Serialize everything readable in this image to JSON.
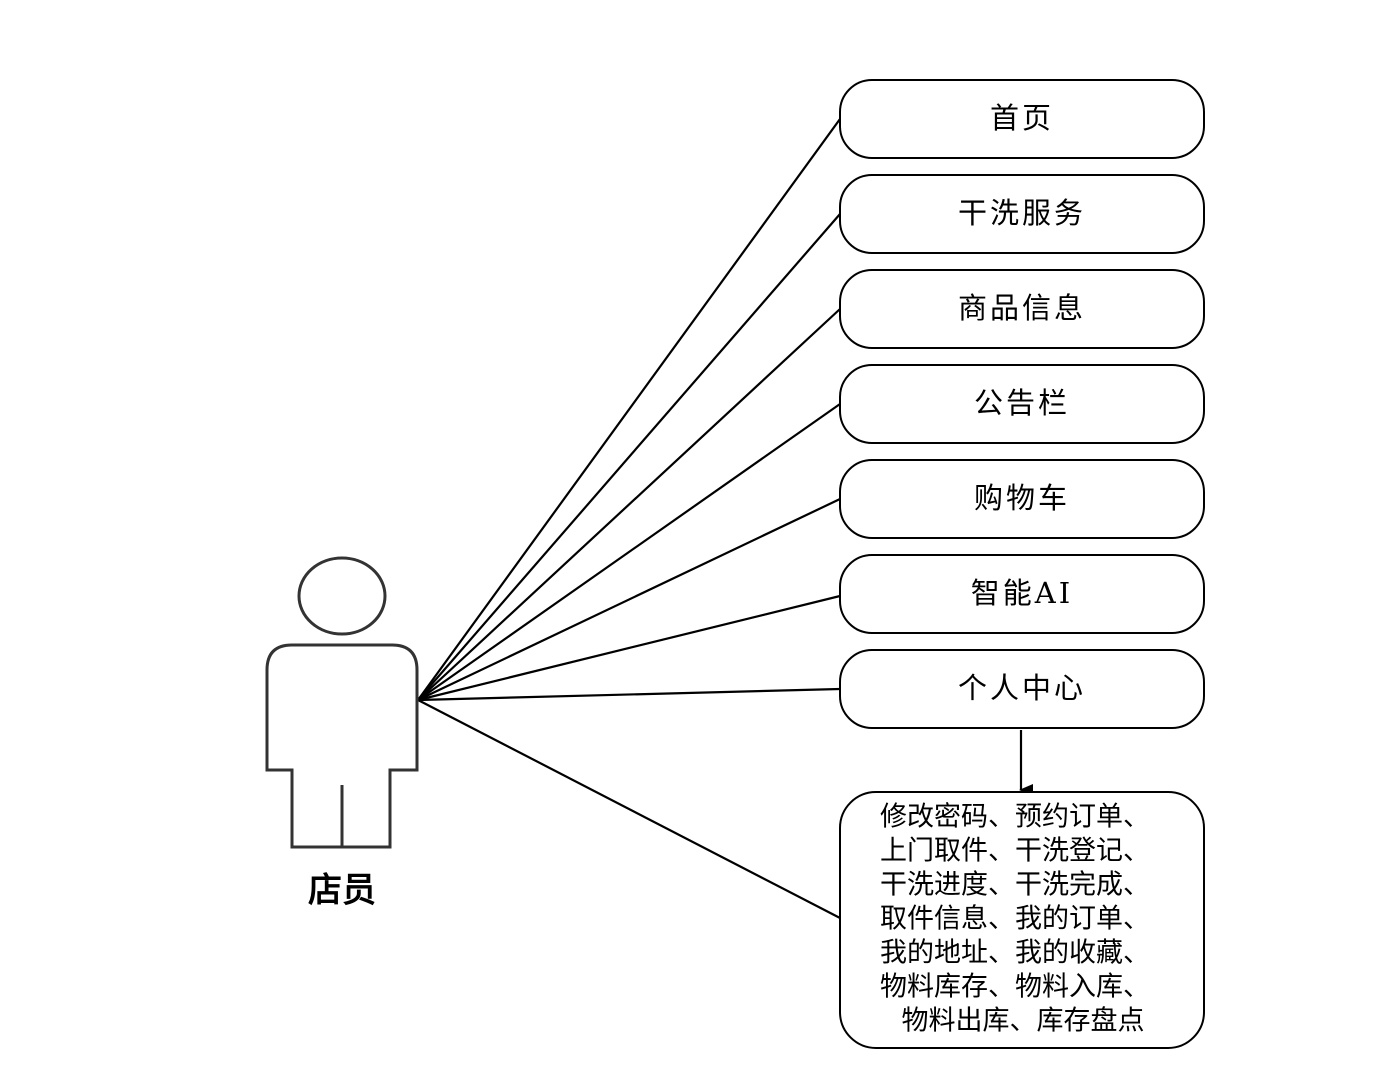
{
  "actor": {
    "label": "店员"
  },
  "use_cases": [
    {
      "label": "首页"
    },
    {
      "label": "干洗服务"
    },
    {
      "label": "商品信息"
    },
    {
      "label": "公告栏"
    },
    {
      "label": "购物车"
    },
    {
      "label": "智能AI"
    },
    {
      "label": "个人中心"
    }
  ],
  "sub_functions": {
    "lines": [
      "修改密码、预约订单、",
      "上门取件、干洗登记、",
      "干洗进度、干洗完成、",
      "取件信息、我的订单、",
      "我的地址、我的收藏、",
      "物料库存、物料入库、",
      "物料出库、库存盘点"
    ]
  }
}
